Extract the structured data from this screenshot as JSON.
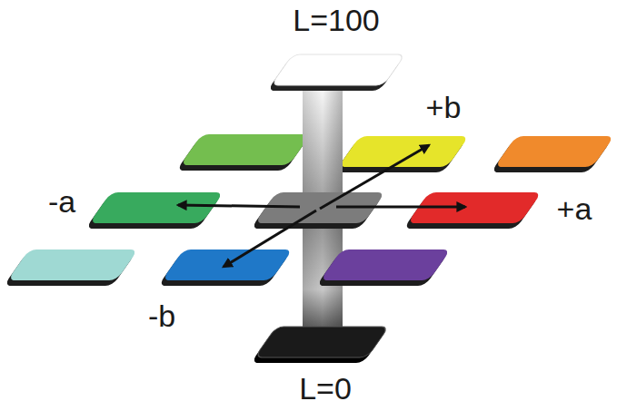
{
  "diagram": {
    "labels": [
      "L=100",
      "+b",
      "-a",
      "+a",
      "-b",
      "L=0"
    ]
  }
}
